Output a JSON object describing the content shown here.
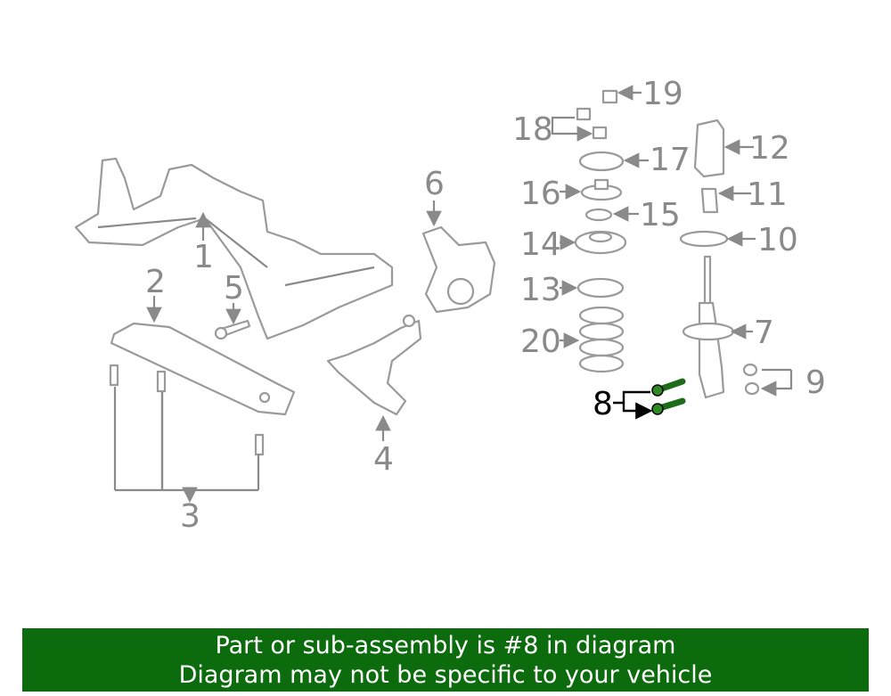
{
  "diagram": {
    "highlight_color": "#2e8b22",
    "labels": {
      "l1": "1",
      "l2": "2",
      "l3": "3",
      "l4": "4",
      "l5": "5",
      "l6": "6",
      "l7": "7",
      "l8": "8",
      "l9": "9",
      "l10": "10",
      "l11": "11",
      "l12": "12",
      "l13": "13",
      "l14": "14",
      "l15": "15",
      "l16": "16",
      "l17": "17",
      "l18": "18",
      "l19": "19",
      "l20": "20"
    }
  },
  "banner": {
    "line1": "Part or sub-assembly is #8 in diagram",
    "line2": "Diagram may not be specific to your vehicle",
    "color": "#0c6b0c"
  }
}
